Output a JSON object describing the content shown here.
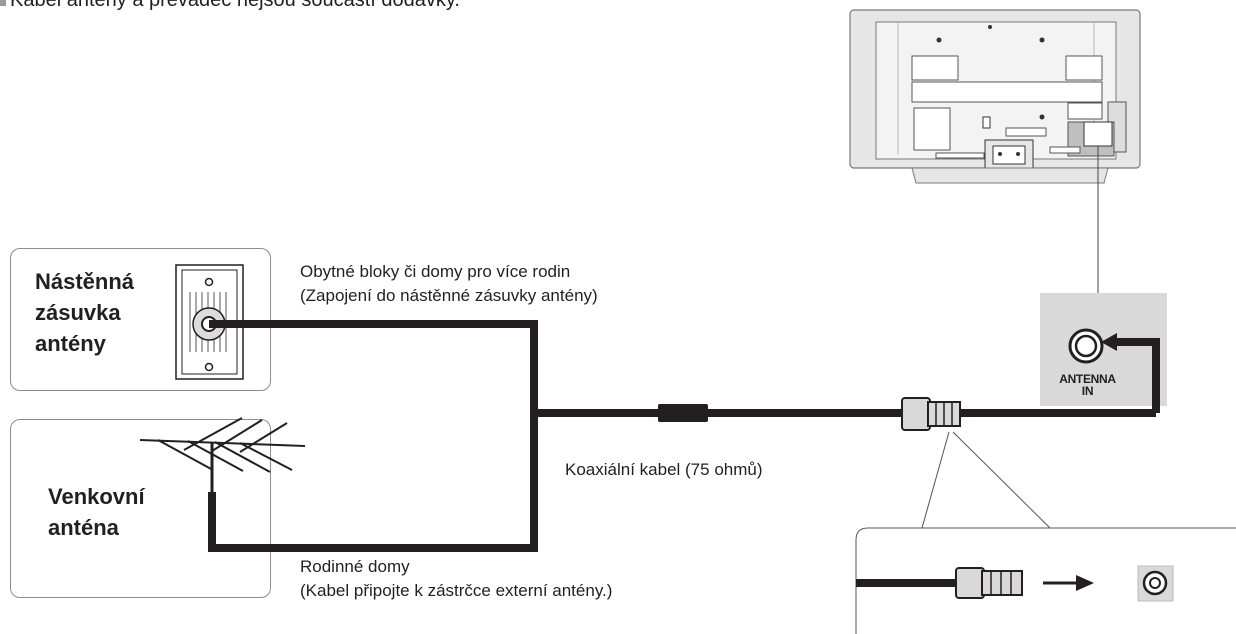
{
  "note": {
    "text": "Kabel antény a převaděc nejsou součástí dodávky."
  },
  "wall_outlet": {
    "label_lines": [
      "Nástěnná",
      "zásuvka",
      "antény"
    ]
  },
  "outdoor_antenna": {
    "label_lines": [
      "Venkovní",
      "anténa"
    ]
  },
  "captions": {
    "apartments_line1": "Obytné bloky či domy pro více rodin",
    "apartments_line2": "(Zapojení do nástěnné zásuvky antény)",
    "coax": "Koaxiální kabel (75 ohmů)",
    "houses_line1": "Rodinné domy",
    "houses_line2": "(Kabel připojte k  zástrčce externí antény.)"
  },
  "port": {
    "label_line1": "ANTENNA",
    "label_line2": "IN"
  },
  "colors": {
    "cable": "#231f20",
    "device_fill": "#e6e6e6",
    "panel_fill": "#d9d9d9",
    "box_border": "#8d8d8d"
  }
}
